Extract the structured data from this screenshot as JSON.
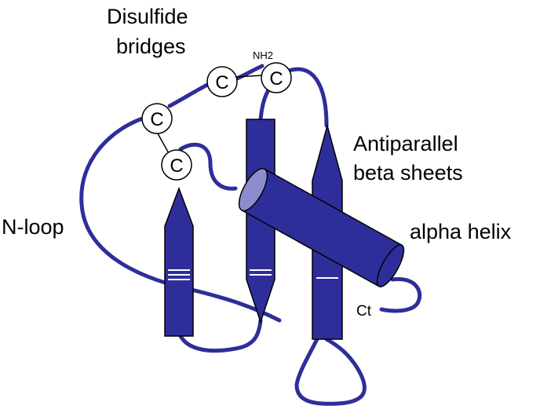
{
  "diagram": {
    "labels": {
      "disulfide_line1": "Disulfide",
      "disulfide_line2": "bridges",
      "nh2": "NH2",
      "antiparallel_line1": "Antiparallel",
      "antiparallel_line2": "beta sheets",
      "alpha_helix": "alpha helix",
      "n_loop": "N-loop",
      "ct": "Ct"
    },
    "cysteines": [
      "C",
      "C",
      "C",
      "C"
    ],
    "colors": {
      "protein": "#2e2e9a",
      "helix_end": "#8c8ccf",
      "outline": "#000000",
      "tick_marks": "#ffffff",
      "background": "#ffffff"
    }
  }
}
